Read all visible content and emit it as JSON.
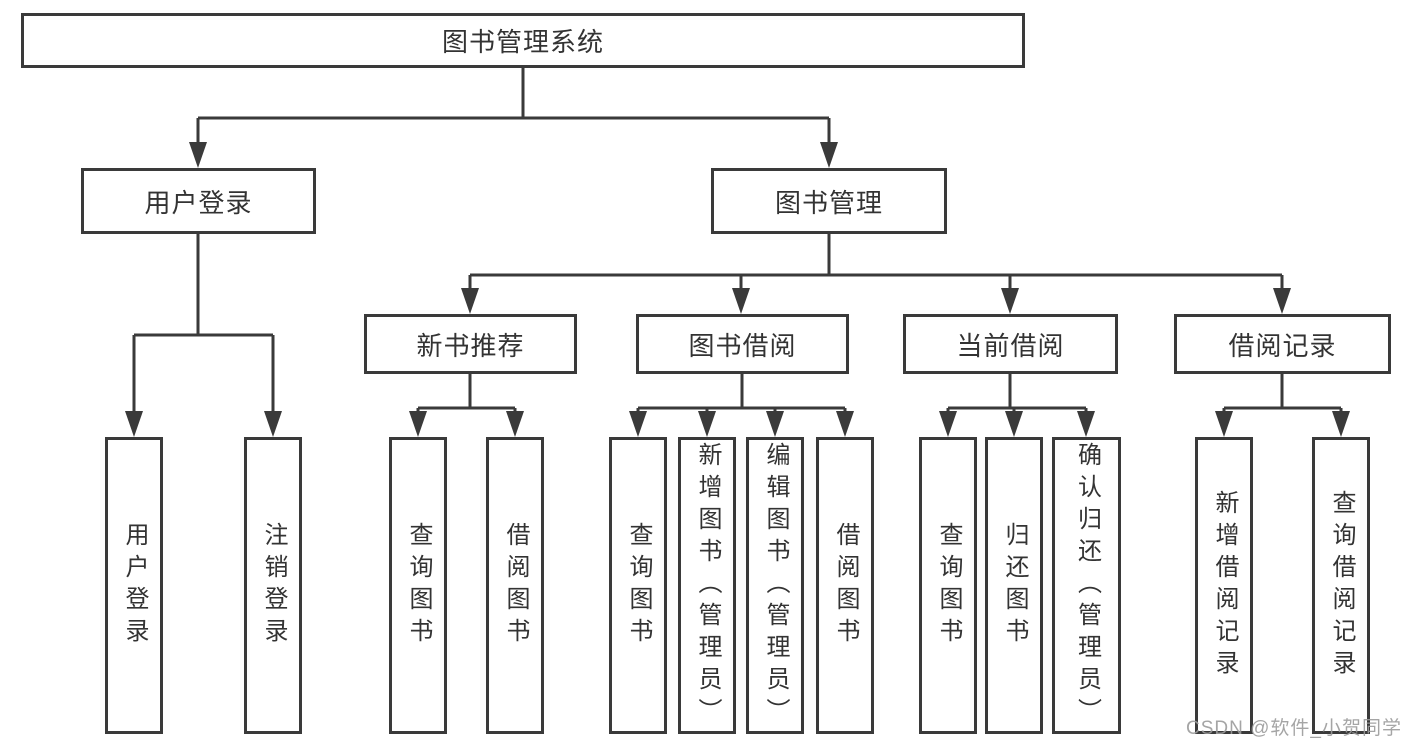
{
  "tree": {
    "label": "图书管理系统",
    "children": [
      {
        "label": "用户登录",
        "children": [
          {
            "label": "用户登录"
          },
          {
            "label": "注销登录"
          }
        ]
      },
      {
        "label": "图书管理",
        "children": [
          {
            "label": "新书推荐",
            "children": [
              {
                "label": "查询图书"
              },
              {
                "label": "借阅图书"
              }
            ]
          },
          {
            "label": "图书借阅",
            "children": [
              {
                "label": "查询图书"
              },
              {
                "label": "新增图书（管理员）"
              },
              {
                "label": "编辑图书（管理员）"
              },
              {
                "label": "借阅图书"
              }
            ]
          },
          {
            "label": "当前借阅",
            "children": [
              {
                "label": "查询图书"
              },
              {
                "label": "归还图书"
              },
              {
                "label": "确认归还（管理员）"
              }
            ]
          },
          {
            "label": "借阅记录",
            "children": [
              {
                "label": "新增借阅记录"
              },
              {
                "label": "查询借阅记录"
              }
            ]
          }
        ]
      }
    ]
  },
  "watermark": {
    "text": "CSDN @软件_小贺同学"
  },
  "colors": {
    "line": "#3a3a3a",
    "text": "#333333",
    "background": "#ffffff",
    "watermark": "#9c9c9c"
  }
}
